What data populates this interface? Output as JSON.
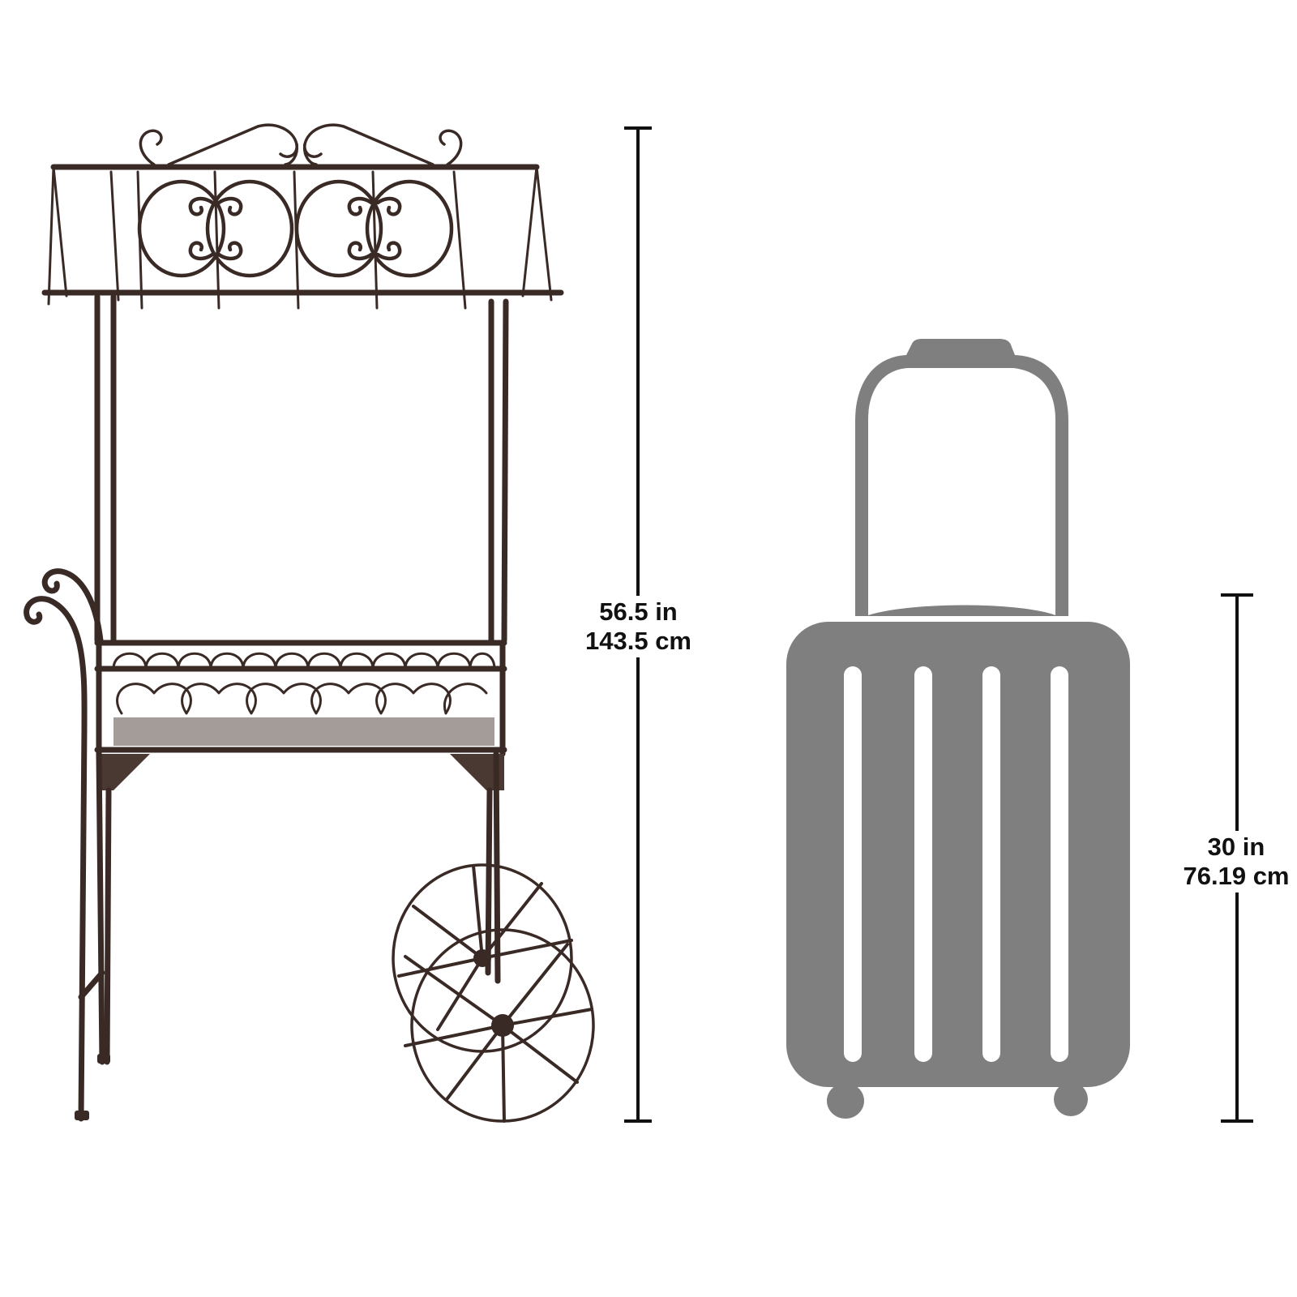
{
  "scene": {
    "background": "#ffffff",
    "description": "Product dimension comparison: ornate metal garden cart vs. carry-on suitcase"
  },
  "product": {
    "name": "flower-cart",
    "color": "#3a2a26",
    "height_dimension": {
      "inches": "56.5 in",
      "centimeters": "143.5 cm"
    }
  },
  "reference_object": {
    "name": "carry-on-suitcase",
    "color": "#7f7f7f",
    "height_dimension": {
      "inches": "30 in",
      "centimeters": "76.19 cm"
    }
  },
  "dimension_line_color": "#111111"
}
